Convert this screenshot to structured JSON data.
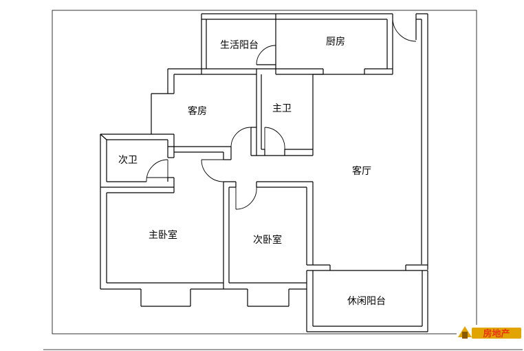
{
  "rooms": {
    "utility_balcony": "生活阳台",
    "kitchen": "厨房",
    "guest_room": "客房",
    "master_bath": "主卫",
    "second_bath": "次卫",
    "living_room": "客厅",
    "master_bedroom": "主卧室",
    "second_bedroom": "次卧室",
    "leisure_balcony": "休闲阳台"
  },
  "watermark": {
    "text": "房地产"
  },
  "colors": {
    "line": "#000000",
    "background": "#ffffff",
    "logo_red": "#e8340c",
    "logo_gold": "#e2a400"
  }
}
